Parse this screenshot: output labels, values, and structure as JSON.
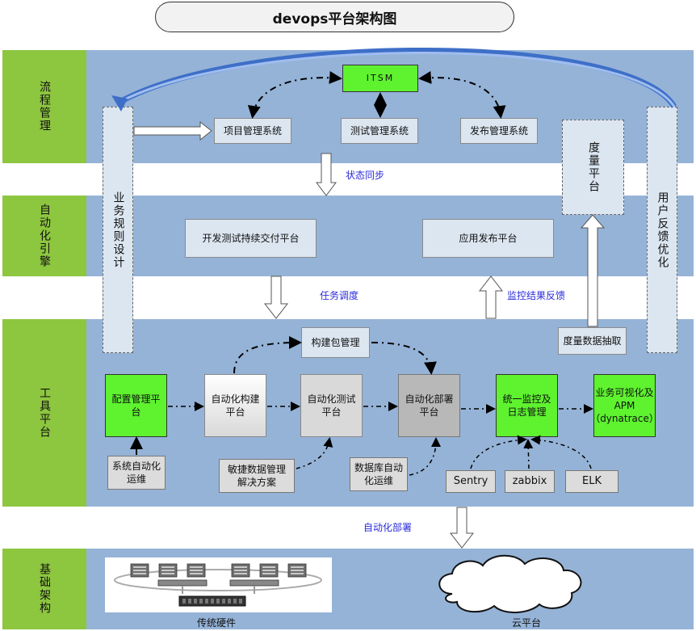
{
  "title": "devops平台架构图",
  "layers": {
    "process": "流程管理",
    "automation": "自动化引擎",
    "tools": "工具平台",
    "infra": "基础架构"
  },
  "boxes": {
    "itsm": "ITSM",
    "project_mgmt": "项目管理系统",
    "test_mgmt": "测试管理系统",
    "release_mgmt": "发布管理系统",
    "business_rules": "业务规则设计",
    "user_feedback": "用户反馈优化",
    "metrics_platform": "度量平台",
    "dev_test_cd": "开发测试持续交付平台",
    "app_release": "应用发布平台",
    "build_pkg": "构建包管理",
    "metrics_extract": "度量数据抽取",
    "config_mgmt": "配置管理平台",
    "auto_build": "自动化构建平台",
    "auto_test": "自动化测试平台",
    "auto_deploy": "自动化部署平台",
    "monitor_log": "统一监控及日志管理",
    "apm": "业务可视化及APM（dynatrace）",
    "sys_ops": "系统自动化运维",
    "agile_data": "敏捷数据管理解决方案",
    "db_ops": "数据库自动化运维",
    "sentry": "Sentry",
    "zabbix": "zabbix",
    "elk": "ELK"
  },
  "labels": {
    "status_sync": "状态同步",
    "task_dispatch": "任务调度",
    "monitor_feedback": "监控结果反馈",
    "auto_deploy_label": "自动化部署",
    "traditional_hw": "传统硬件",
    "cloud": "云平台"
  },
  "colors": {
    "layer_label": "#8dc63f",
    "band": "#95b3d7",
    "highlight": "#5ef22f",
    "box": "#dce6f1",
    "annotation": "#2b2bdc"
  }
}
